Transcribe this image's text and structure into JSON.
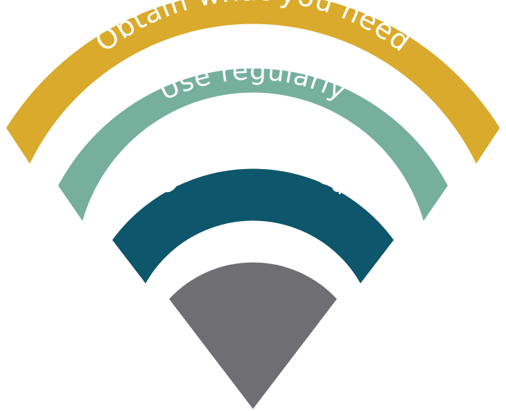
{
  "diagram": {
    "type": "wifi-signal-arcs",
    "layers": [
      {
        "id": "outer",
        "label": "Obtain what you need",
        "color": "#DAAA2C"
      },
      {
        "id": "middle",
        "label": "Use regularly",
        "color": "#76B09C"
      },
      {
        "id": "inner",
        "label": "Get connected",
        "color": "#0D566B"
      }
    ],
    "core": {
      "color": "#6F6E72"
    }
  }
}
